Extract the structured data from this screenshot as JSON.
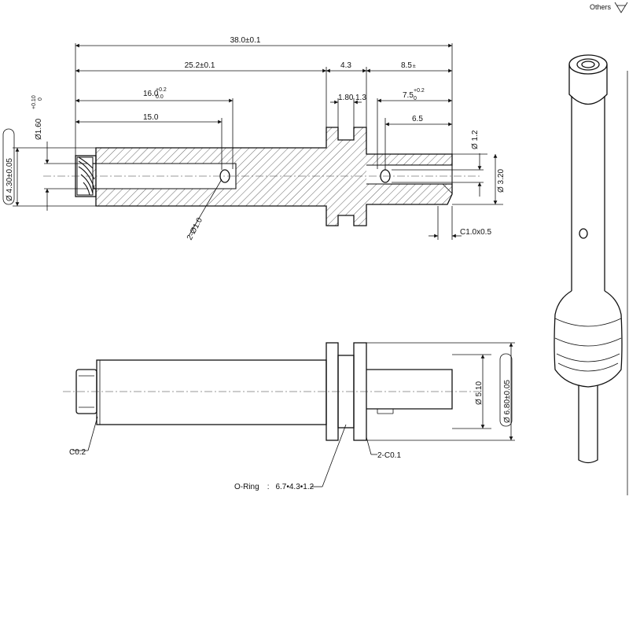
{
  "top_right": {
    "label": "Others"
  },
  "dims": {
    "overall_length": "38.0±0.1",
    "length_252": "25.2±0.1",
    "groove_43": "4.3",
    "length_85": "8.5",
    "length_85_tol": "±",
    "length_160": "16.0",
    "length_160_tol_top": "+0.2",
    "length_160_tol_bot": "0.0",
    "width_180": "1.80",
    "width_13": "1.3",
    "length_75": "7.5",
    "length_75_tol_top": "+0.2",
    "length_75_tol_bot": "0",
    "length_150": "15.0",
    "length_65": "6.5",
    "dia_160": "Ø1.60",
    "dia_160_tol_top": "+0.10",
    "dia_160_tol_bot": "0",
    "dia_430": "Ø 4.30±0.05",
    "dia_12": "Ø 1.2",
    "dia_320": "Ø 3.20",
    "holes": "2-Ø1.0",
    "chamfer_end": "C1.0x0.5",
    "dia_510": "Ø 5.10",
    "dia_680": "Ø 6.80±0.05",
    "chamfer_02": "C0.2",
    "chamfer_2c01": "2-C0.1",
    "oring_label": "O-Ring",
    "oring_sep": ":",
    "oring_spec": "6.7•4.3•1.2"
  }
}
